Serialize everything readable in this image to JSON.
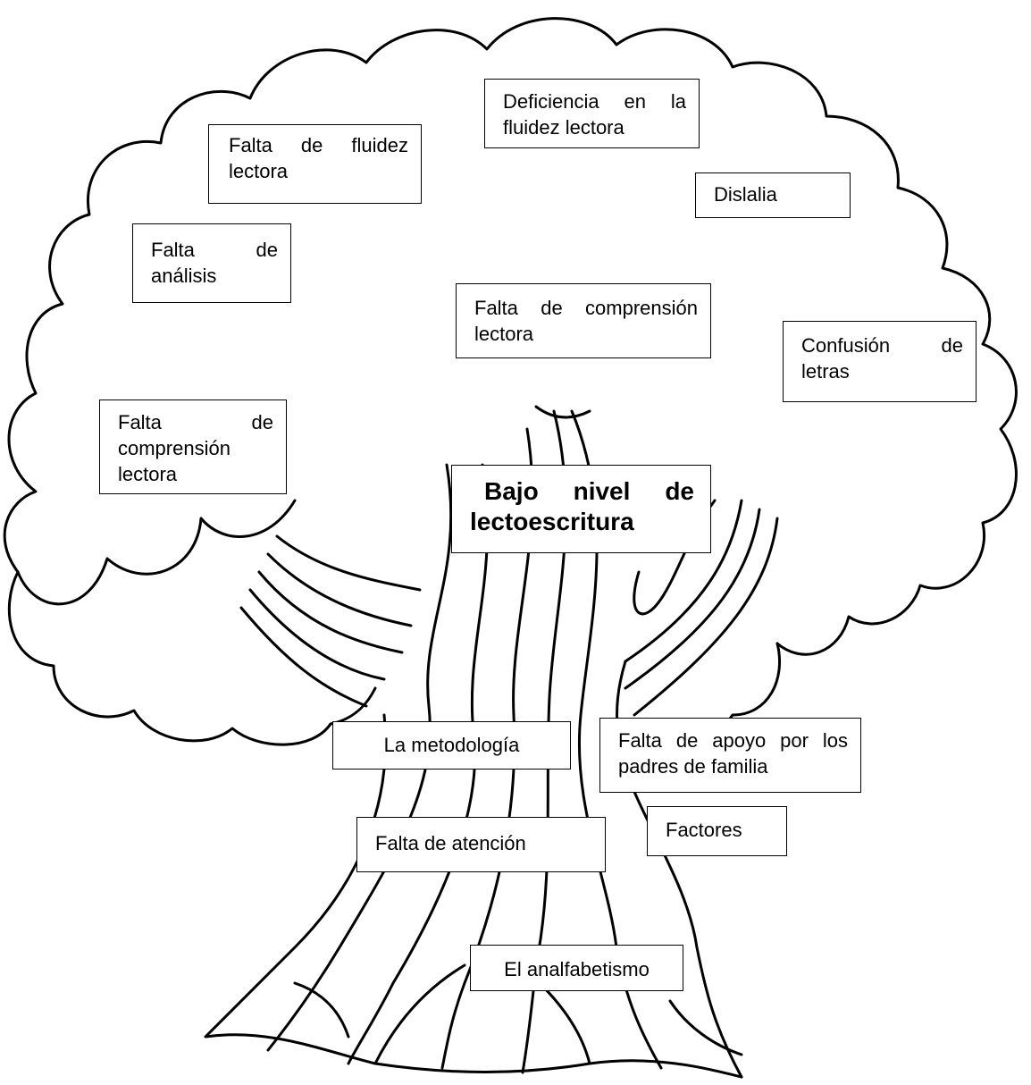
{
  "diagram": {
    "type": "problem-tree",
    "central_problem": "Bajo nivel de lectoescritura",
    "effects": [
      "Falta de fluidez lectora",
      "Deficiencia en la fluidez lectora",
      "Dislalia",
      "Falta de análisis",
      "Falta de comprensión lectora",
      "Confusión de letras",
      "Falta de comprensión lectora"
    ],
    "causes": [
      "La metodología",
      "Falta de apoyo por los padres de familia",
      "Falta de atención",
      "Factores",
      "El analfabetismo"
    ]
  },
  "colors": {
    "stroke": "#000000",
    "box_fill": "#ffffff",
    "background": "#ffffff"
  }
}
